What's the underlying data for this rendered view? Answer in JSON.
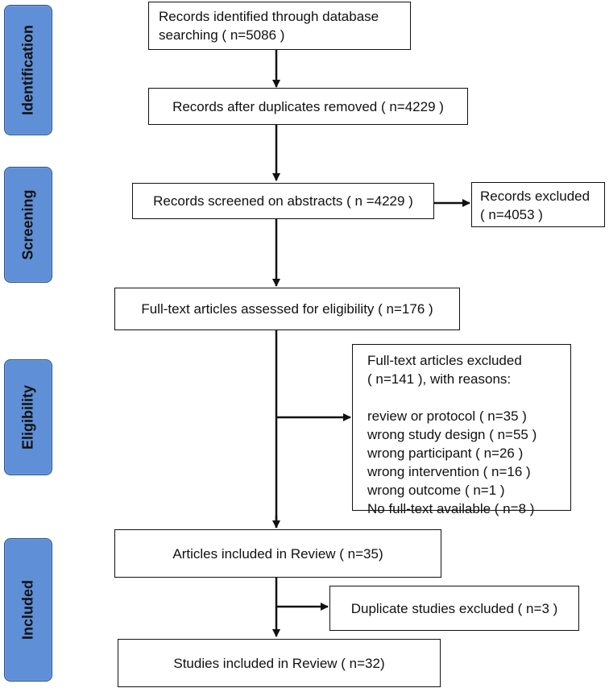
{
  "stages": {
    "identification": "Identification",
    "screening": "Screening",
    "eligibility": "Eligibility",
    "included": "Included"
  },
  "boxes": {
    "identified_line1": "Records identified through database",
    "identified_line2": "searching ( n=5086 )",
    "after_duplicates": "Records after duplicates removed ( n=4229 )",
    "screened": "Records screened on abstracts ( n =4229 )",
    "excluded_records_line1": "Records excluded",
    "excluded_records_line2": "( n=4053 )",
    "fulltext_assessed": "Full-text articles assessed for eligibility ( n=176 )",
    "fulltext_excluded": {
      "header_line1": "Full-text articles excluded",
      "header_line2": "( n=141 ), with reasons:",
      "reasons": [
        "review or protocol ( n=35 )",
        "wrong study design ( n=55 )",
        "wrong participant ( n=26 )",
        "wrong intervention ( n=16 )",
        "wrong outcome ( n=1 )",
        "No full-text available ( n=8 )"
      ]
    },
    "articles_included": "Articles included in Review ( n=35)",
    "duplicate_studies_excluded": "Duplicate studies excluded ( n=3 )",
    "studies_included": "Studies included in Review ( n=32)"
  },
  "colors": {
    "stage_fill": "#5f8fd6",
    "stage_border": "#27508f",
    "line": "#111111"
  }
}
